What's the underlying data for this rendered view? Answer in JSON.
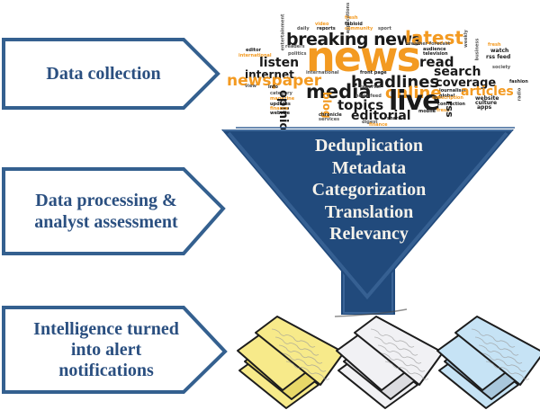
{
  "stages": [
    {
      "label_lines": [
        "Data collection"
      ]
    },
    {
      "label_lines": [
        "Data processing &",
        "analyst assessment"
      ]
    },
    {
      "label_lines": [
        "Intelligence turned",
        "into alert",
        "notifications"
      ]
    }
  ],
  "funnel": {
    "steps": [
      "Deduplication",
      "Metadata",
      "Categorization",
      "Translation",
      "Relevancy"
    ]
  },
  "word_cloud": {
    "words": {
      "news": "news",
      "breaking_news": "breaking news",
      "latest": "latest",
      "headlines": "headlines",
      "newspaper": "newspaper",
      "media": "media",
      "online": "online",
      "live": "live",
      "topics": "topics",
      "editorial": "editorial",
      "internet": "internet",
      "listen": "listen",
      "read": "read",
      "search": "search",
      "coverage": "coverage",
      "articles": "articles",
      "opinions": "opinions",
      "rss": "rss",
      "blog": "blog",
      "reports": "reports",
      "tabloid": "tabloid",
      "sport": "sport",
      "daily": "daily",
      "readers": "readers",
      "politics": "politics",
      "editor": "editor",
      "weather_forecast": "weather forecast",
      "audience": "audience",
      "television": "television",
      "watch": "watch",
      "rss_feed": "rss feed",
      "society": "society",
      "fashion": "fashion",
      "journalism": "journalism",
      "global": "global",
      "website": "website",
      "culture": "culture",
      "apps": "apps",
      "connection": "connection",
      "mobile": "mobile",
      "subscription": "subscription",
      "reporter": "reporter",
      "front_page": "front page",
      "news_feed": "news feed",
      "updates": "updates",
      "category": "category",
      "magazine": "magazine",
      "chronicle": "chronicle",
      "services": "services",
      "digest": "digest",
      "share": "share",
      "finance": "finance",
      "fresh": "fresh",
      "radio": "radio",
      "view": "view",
      "info": "info",
      "web": "web",
      "entertainment": "entertainment",
      "applications": "applications",
      "community": "community",
      "video": "video",
      "weekly": "weekly",
      "business": "business",
      "international": "international"
    }
  },
  "documents": [
    {
      "name": "yellow-stack",
      "color": "#f7ea8a",
      "shade": "#e8d868"
    },
    {
      "name": "white-stack",
      "color": "#f1f1f4",
      "shade": "#dcdce0"
    },
    {
      "name": "blue-stack",
      "color": "#c6e3f5",
      "shade": "#a9c7dc"
    }
  ],
  "colors": {
    "accent": "#2f5a8c",
    "funnel_fill": "#214a7c",
    "funnel_edge": "#3a6497",
    "label_text": "#2a4f80",
    "cloud_orange": "#f39a21"
  }
}
